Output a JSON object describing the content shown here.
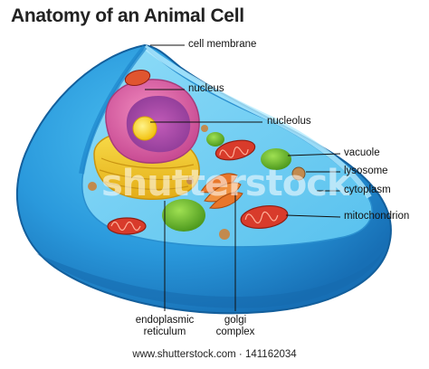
{
  "title": "Anatomy of an Animal Cell",
  "labels": {
    "cell_membrane": "cell membrane",
    "nucleus": "nucleus",
    "nucleolus": "nucleolus",
    "vacuole": "vacuole",
    "lysosome": "lysosome",
    "cytoplasm": "cytoplasm",
    "mitochondrion": "mitochondrion",
    "endoplasmic_reticulum_line1": "endoplasmic",
    "endoplasmic_reticulum_line2": "reticulum",
    "golgi_line1": "golgi",
    "golgi_line2": "complex"
  },
  "watermark": "shutterstock",
  "footer": {
    "site": "www.shutterstock.com",
    "separator": "·",
    "image_number": "141162034"
  },
  "colors": {
    "membrane_dark": "#1a7fc9",
    "membrane_light": "#3cb0ec",
    "cytoplasm": "#5cc2ee",
    "nucleus_outer": "#e56aa8",
    "nucleus_inner": "#a84aa8",
    "nucleolus": "#f6d21c",
    "er": "#f1c92b",
    "vacuole": "#6bb52a",
    "mitochondria": "#d83b2b",
    "golgi": "#e8762a",
    "lysosome": "#c28a4e"
  }
}
